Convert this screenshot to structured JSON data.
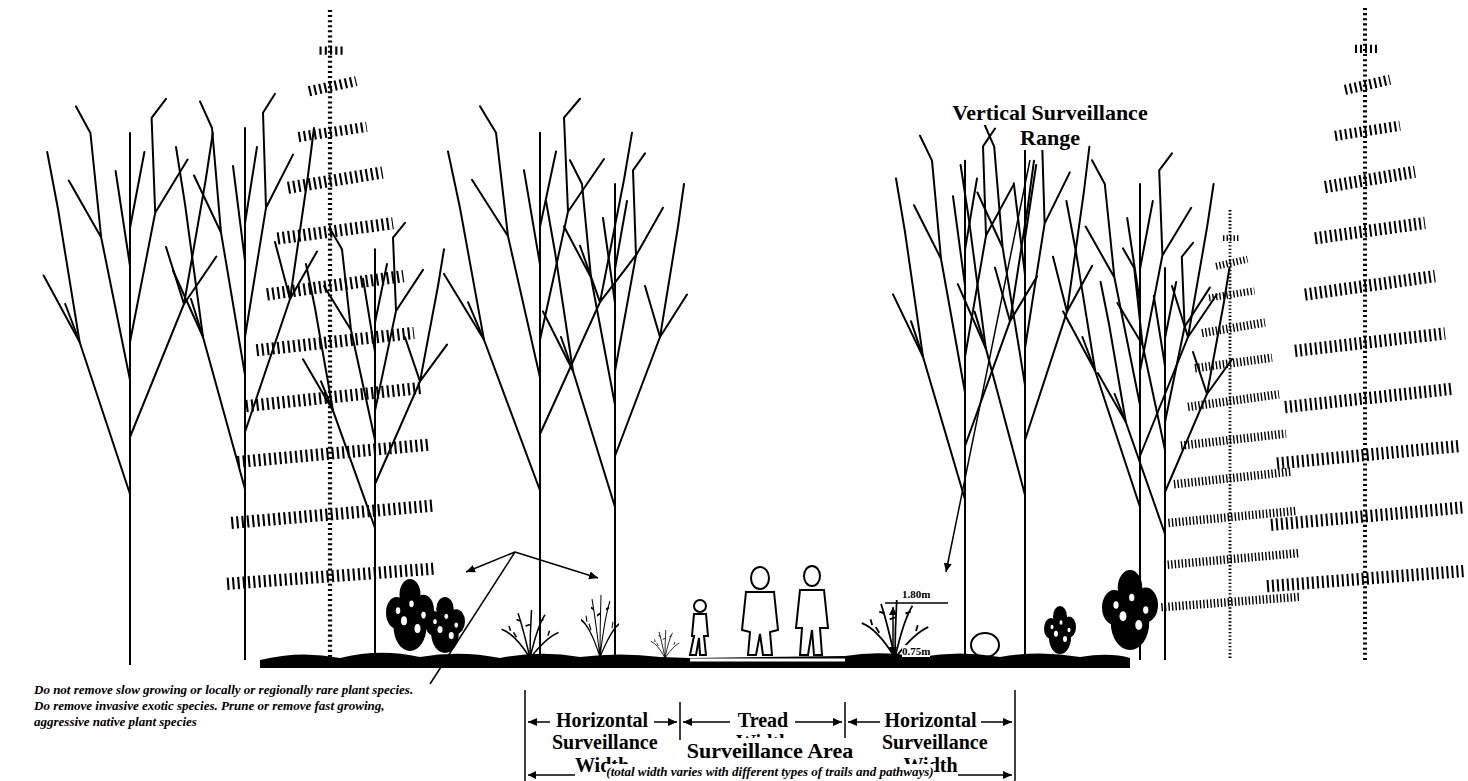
{
  "diagram": {
    "labels": [
      "Vertical Surveillance Range",
      "1.80m",
      "0.75m",
      "Horizontal Surveillance Width",
      "Tread Width",
      "Horizontal Surveillance Width",
      "Surveillance Area",
      "(total width varies with different types of trails and pathways)",
      "Do not remove slow growing or locally or regionally rare plant species. Do remove invasive exotic species. Prune or remove fast growing, aggressive native plant species"
    ]
  }
}
